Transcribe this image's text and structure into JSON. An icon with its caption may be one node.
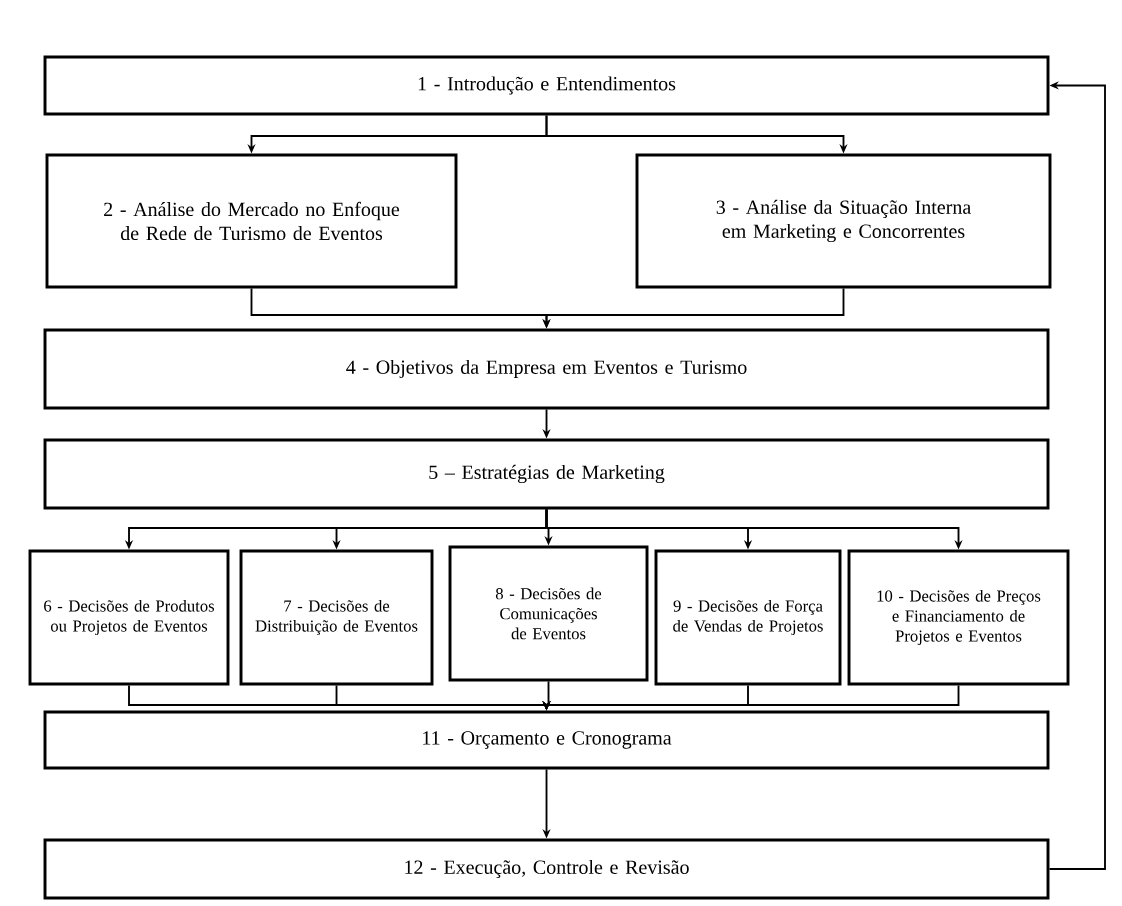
{
  "diagram": {
    "nodes": [
      {
        "text": [
          "1 - Introdução e Entendimentos"
        ]
      },
      {
        "text": [
          "2 - Análise do Mercado no Enfoque de Rede de Turismo de Eventos"
        ]
      },
      {
        "text": [
          "3 - Análise da Situação Interna em Marketing e Concorrentes"
        ]
      },
      {
        "text": [
          "4 - Objetivos da Empresa em Eventos e Turismo"
        ]
      },
      {
        "text": [
          "5 – Estratégias de Marketing"
        ]
      },
      {
        "text": [
          "6 - Decisões de Produtos ou Projetos de Eventos"
        ]
      },
      {
        "text": [
          "7 - Decisões de Distribuição de Eventos"
        ]
      },
      {
        "text": [
          "8 - Decisões de Comunicações de Eventos"
        ]
      },
      {
        "text": [
          "9 - Decisões de Força de Vendas de Projetos"
        ]
      },
      {
        "text": [
          "10 - Decisões de Preços e Financiamento de Projetos e Eventos"
        ]
      },
      {
        "text": [
          "11 - Orçamento e Cronograma"
        ]
      },
      {
        "text": [
          "12 - Execução, Controle e Revisão"
        ]
      }
    ],
    "edges": [
      {
        "from": 0,
        "to": 1,
        "arrow": "to"
      },
      {
        "from": 0,
        "to": 2,
        "arrow": "to"
      },
      {
        "from": 1,
        "to": 3,
        "arrow": "to"
      },
      {
        "from": 2,
        "to": 3,
        "arrow": "to"
      },
      {
        "from": 3,
        "to": 4,
        "arrow": "to"
      },
      {
        "from": 4,
        "to": 5,
        "arrow": "to"
      },
      {
        "from": 4,
        "to": 6,
        "arrow": "to"
      },
      {
        "from": 4,
        "to": 7,
        "arrow": "to"
      },
      {
        "from": 4,
        "to": 8,
        "arrow": "to"
      },
      {
        "from": 4,
        "to": 9,
        "arrow": "to"
      },
      {
        "from": 5,
        "to": 10,
        "arrow": "to"
      },
      {
        "from": 6,
        "to": 10,
        "arrow": "to"
      },
      {
        "from": 7,
        "to": 10,
        "arrow": "to"
      },
      {
        "from": 8,
        "to": 10,
        "arrow": "to"
      },
      {
        "from": 9,
        "to": 10,
        "arrow": "to"
      },
      {
        "from": 10,
        "to": 11,
        "arrow": "to"
      },
      {
        "from": 11,
        "to": 0,
        "arrow": "to"
      }
    ]
  }
}
